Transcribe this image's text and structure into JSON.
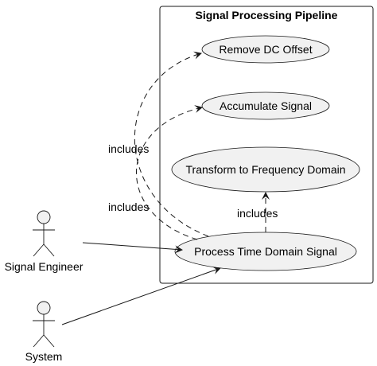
{
  "diagram": {
    "package_title": "Signal Processing Pipeline",
    "use_cases": {
      "remove_dc": "Remove DC Offset",
      "accumulate": "Accumulate Signal",
      "transform": "Transform to Frequency Domain",
      "process": "Process Time Domain Signal"
    },
    "actors": {
      "engineer": "Signal Engineer",
      "system": "System"
    },
    "relations": {
      "remove_dc": "includes",
      "accumulate": "includes",
      "transform": "includes"
    }
  }
}
